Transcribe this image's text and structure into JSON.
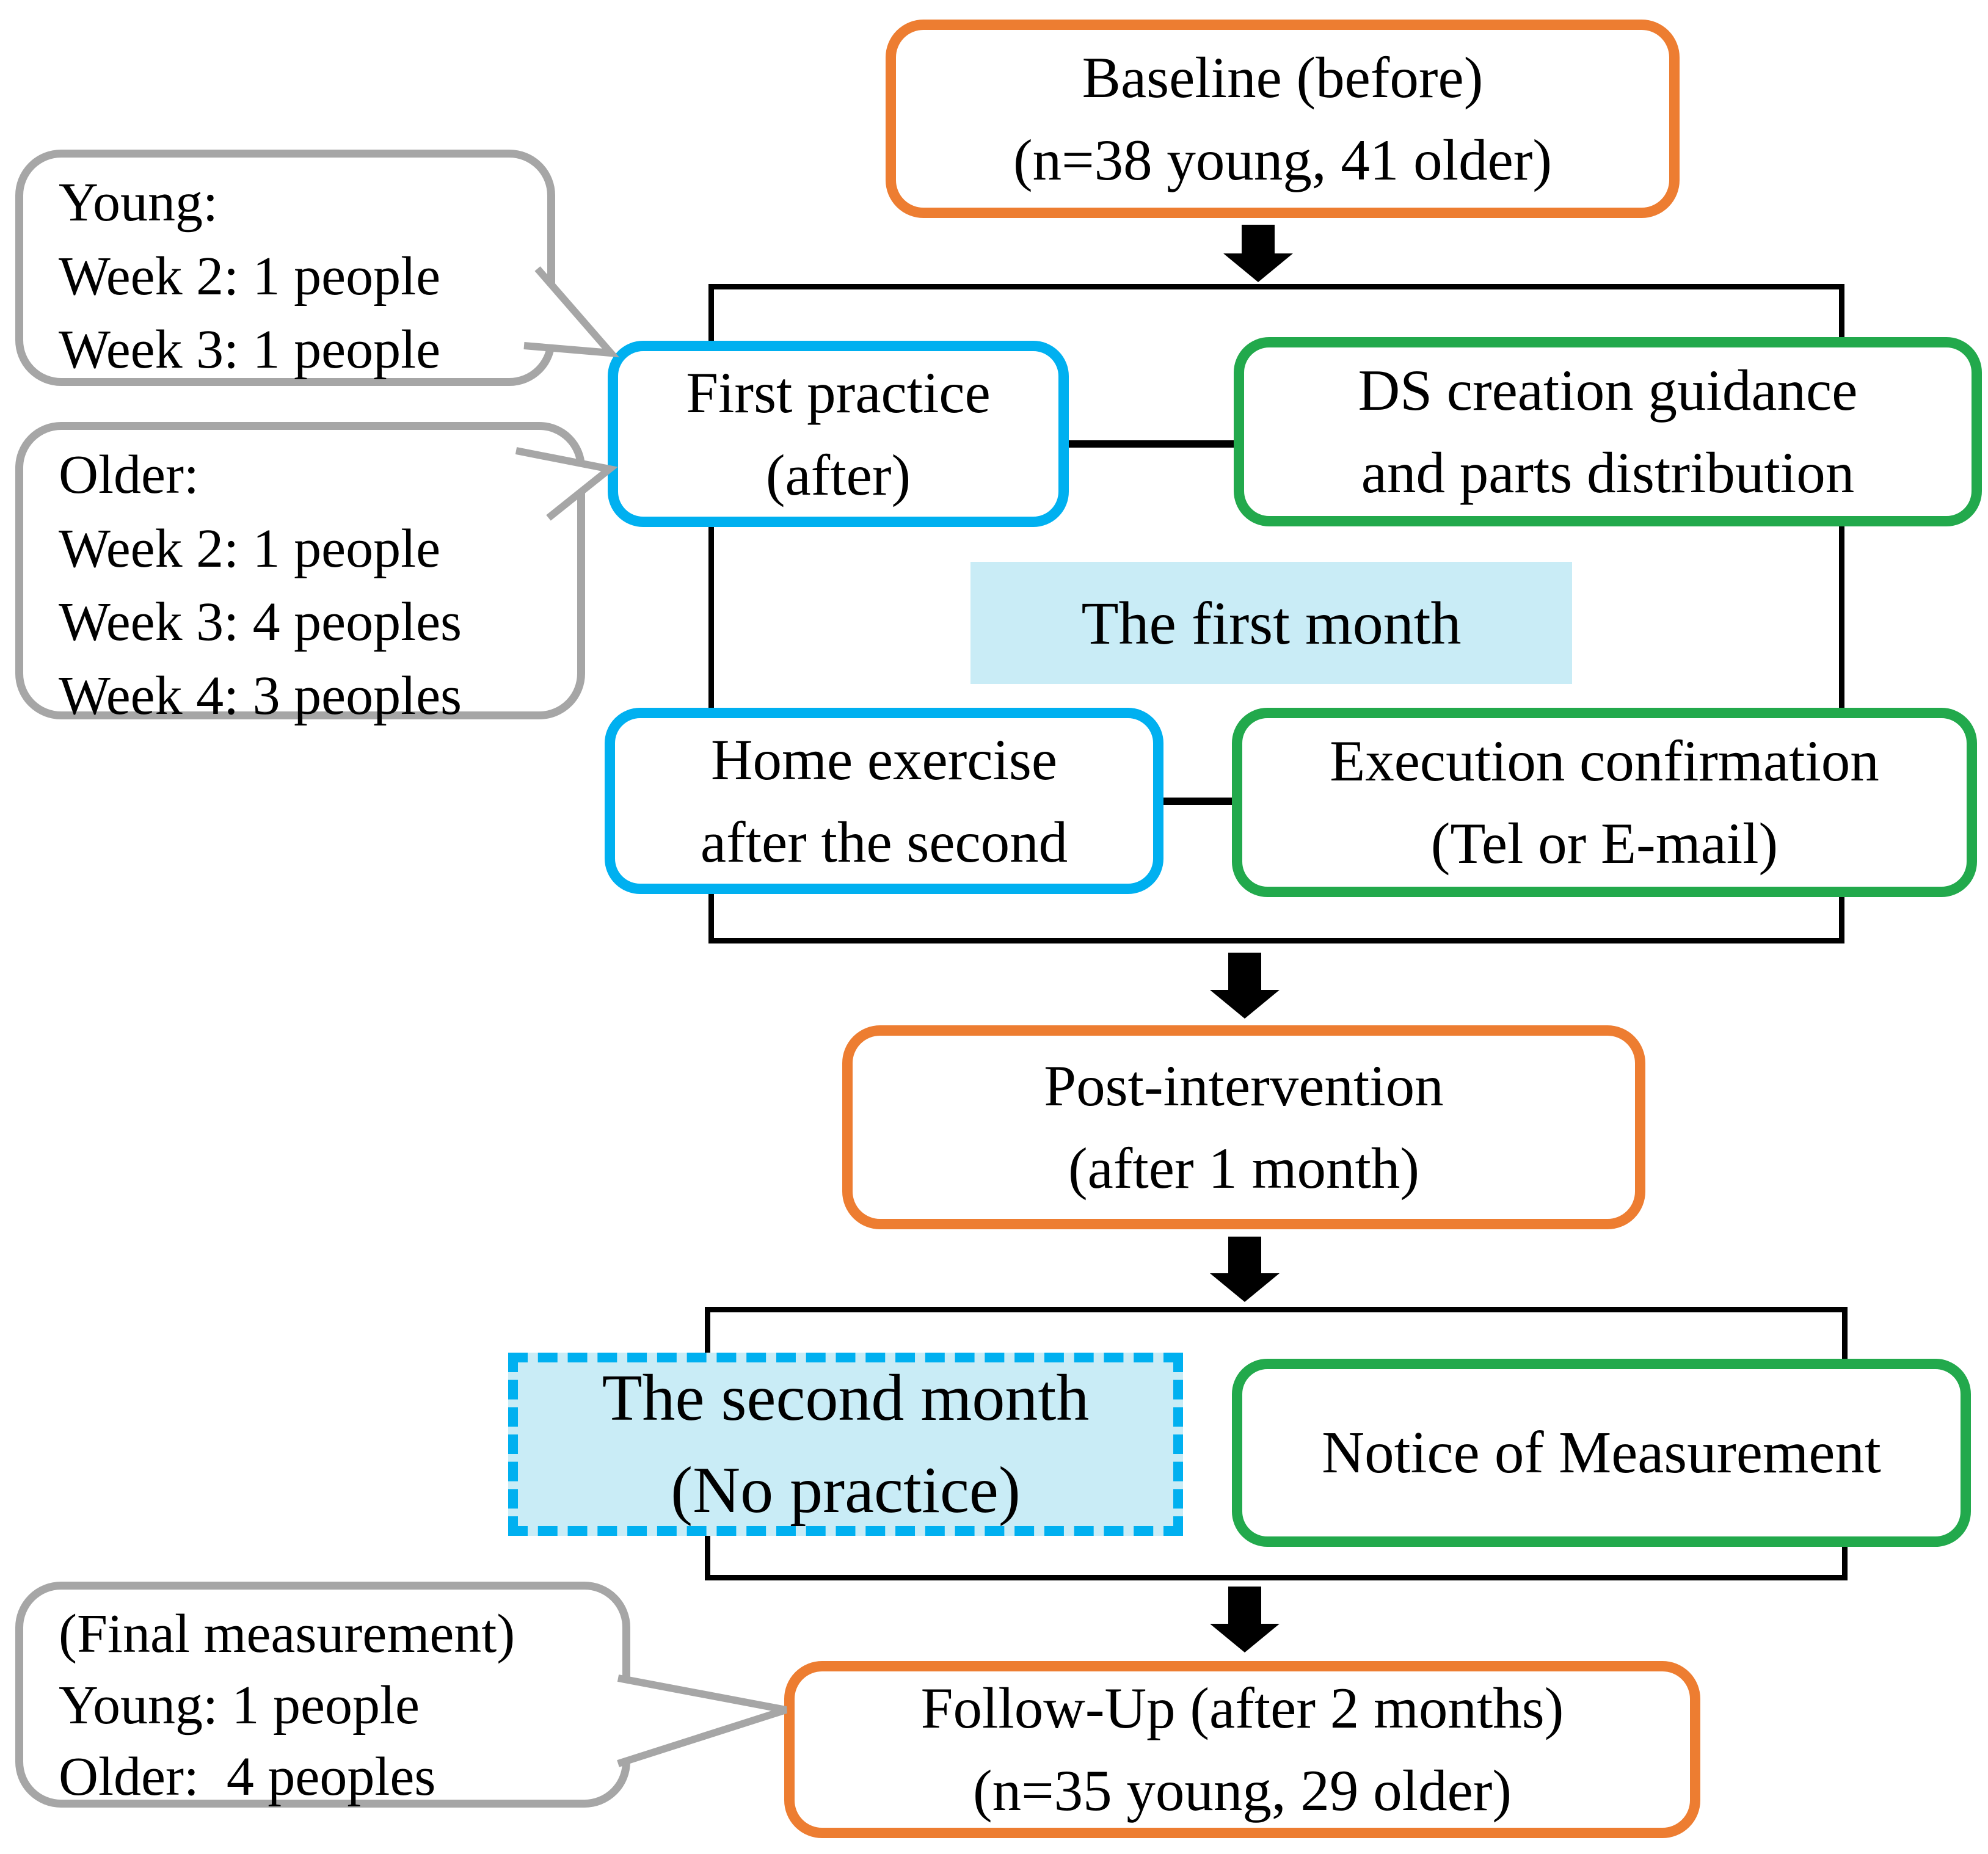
{
  "colors": {
    "orange": "#ED7D31",
    "blue": "#00B0F0",
    "green": "#22A94C",
    "cyan_fill": "#C9ECF6",
    "gray": "#A6A6A6",
    "black": "#000000"
  },
  "nodes": {
    "baseline": {
      "text": "Baseline (before)\n(n=38 young, 41 older)"
    },
    "first_practice": {
      "text": "First practice\n(after)"
    },
    "ds_creation": {
      "text": "DS creation guidance\nand parts distribution"
    },
    "first_month": {
      "text": "The first month"
    },
    "home_exercise": {
      "text": "Home exercise\nafter the second"
    },
    "execution_confirmation": {
      "text": "Execution confirmation\n(Tel or E-mail)"
    },
    "post_intervention": {
      "text": "Post-intervention\n(after 1 month)"
    },
    "second_month": {
      "text": "The second month\n(No practice)"
    },
    "notice_of_measurement": {
      "text": "Notice of Measurement"
    },
    "follow_up": {
      "text": "Follow-Up (after 2 months)\n(n=35 young, 29 older)"
    }
  },
  "callouts": {
    "young_dropout": {
      "text": "Young:\nWeek 2: 1 people\nWeek 3: 1 people"
    },
    "older_dropout": {
      "text": "Older:\nWeek 2: 1 people\nWeek 3: 4 peoples\nWeek 4: 3 peoples"
    },
    "final_measurement": {
      "text": "(Final measurement)\nYoung: 1 people\nOlder:  4 peoples"
    }
  }
}
